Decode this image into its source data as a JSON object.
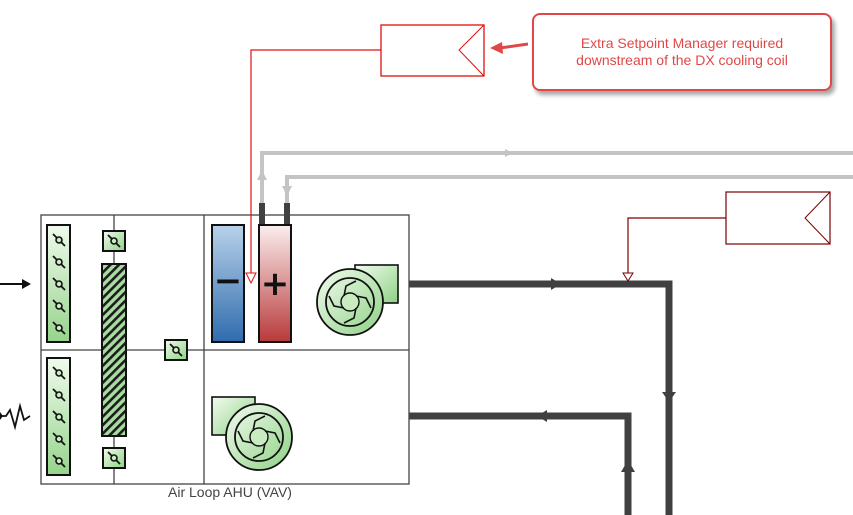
{
  "diagram": {
    "air_loop_label": "Air Loop AHU (VAV)",
    "callout_text_line1": "Extra Setpoint Manager required",
    "callout_text_line2": "downstream of the DX cooling coil",
    "colors": {
      "callout": "#e04848",
      "setpoint_manager_new": "#e01010",
      "setpoint_manager_existing": "#7a0000",
      "air_path": "#404040",
      "water_path": "#c4c4c4",
      "component_green": "#a8dca0",
      "cooling_coil_blue": "#3a78b8",
      "heating_coil_red": "#c04848",
      "frame": "#444444"
    },
    "components": {
      "cooling_coil_symbol": "−",
      "heating_coil_symbol": "+"
    }
  }
}
